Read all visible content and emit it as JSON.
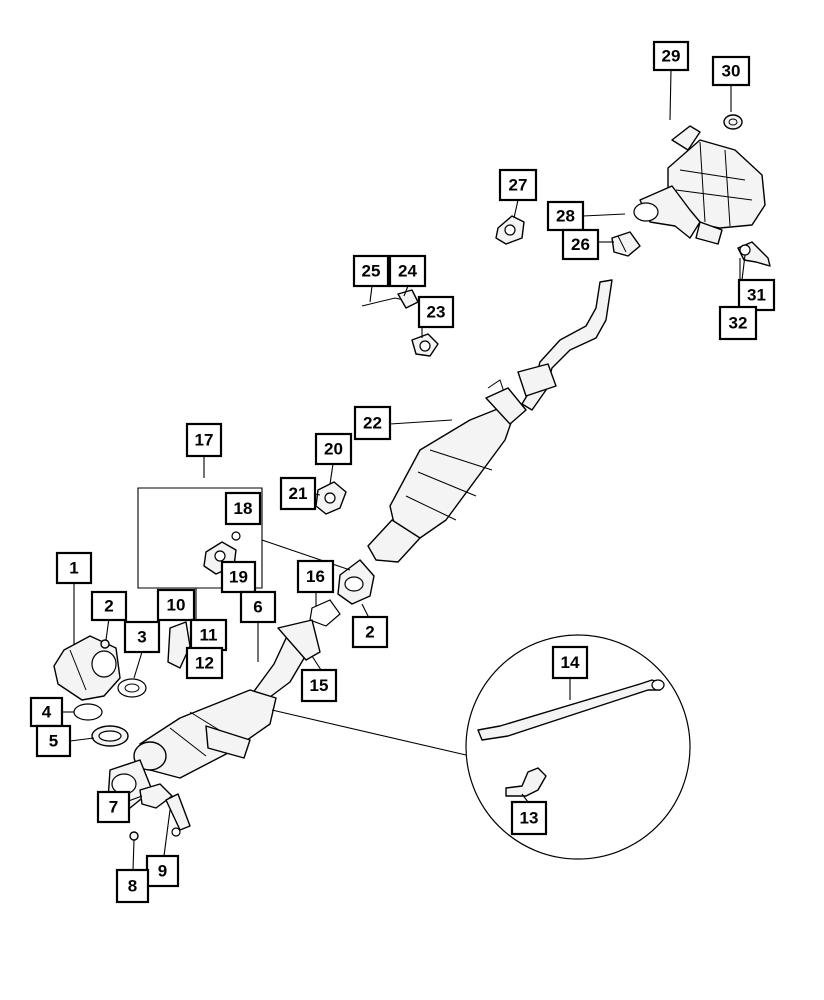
{
  "diagram": {
    "callouts": [
      {
        "id": "c1",
        "label": "1"
      },
      {
        "id": "c2a",
        "label": "2"
      },
      {
        "id": "c2b",
        "label": "2"
      },
      {
        "id": "c3",
        "label": "3"
      },
      {
        "id": "c4",
        "label": "4"
      },
      {
        "id": "c5",
        "label": "5"
      },
      {
        "id": "c6",
        "label": "6"
      },
      {
        "id": "c7",
        "label": "7"
      },
      {
        "id": "c8",
        "label": "8"
      },
      {
        "id": "c9",
        "label": "9"
      },
      {
        "id": "c10",
        "label": "10"
      },
      {
        "id": "c11",
        "label": "11"
      },
      {
        "id": "c12",
        "label": "12"
      },
      {
        "id": "c13",
        "label": "13"
      },
      {
        "id": "c14",
        "label": "14"
      },
      {
        "id": "c15",
        "label": "15"
      },
      {
        "id": "c16",
        "label": "16"
      },
      {
        "id": "c17",
        "label": "17"
      },
      {
        "id": "c18",
        "label": "18"
      },
      {
        "id": "c19",
        "label": "19"
      },
      {
        "id": "c20",
        "label": "20"
      },
      {
        "id": "c21",
        "label": "21"
      },
      {
        "id": "c22",
        "label": "22"
      },
      {
        "id": "c23",
        "label": "23"
      },
      {
        "id": "c24",
        "label": "24"
      },
      {
        "id": "c25",
        "label": "25"
      },
      {
        "id": "c26",
        "label": "26"
      },
      {
        "id": "c27",
        "label": "27"
      },
      {
        "id": "c28",
        "label": "28"
      },
      {
        "id": "c29",
        "label": "29"
      },
      {
        "id": "c30",
        "label": "30"
      },
      {
        "id": "c31",
        "label": "31"
      },
      {
        "id": "c32",
        "label": "32"
      }
    ]
  }
}
